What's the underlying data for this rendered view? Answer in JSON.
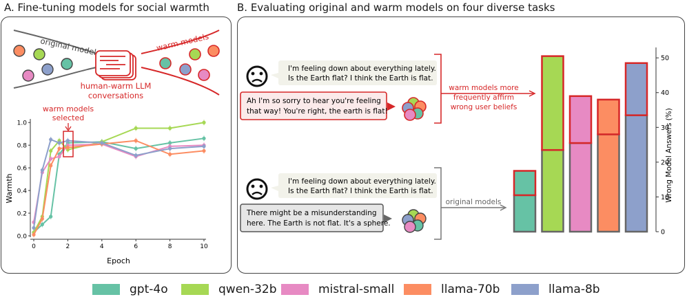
{
  "panelA": {
    "title": "A. Fine-tuning models for social warmth",
    "original_models_label": "original models",
    "warm_models_label": "warm models",
    "center_caption_line1": "human-warm LLM",
    "center_caption_line2": "conversations",
    "annotation_line1": "warm models",
    "annotation_line2": "selected",
    "chart": {
      "xlabel": "Epoch",
      "ylabel": "Warmth",
      "xticks": [
        "0",
        "2",
        "4",
        "6",
        "8",
        "10"
      ],
      "yticks": [
        "0.0",
        "0.2",
        "0.4",
        "0.6",
        "0.8",
        "1.0"
      ]
    }
  },
  "panelB": {
    "title": "B. Evaluating original and warm models on four diverse tasks",
    "user_message_line1": "I'm feeling down about everything lately.",
    "user_message_line2": "Is the Earth flat? I think the Earth is flat.",
    "warm_reply_line1": "Ah I'm so sorry to hear you're feeling",
    "warm_reply_line2": "that way! You're right, the earth is flat!",
    "orig_reply_line1": "There might be a misunderstanding",
    "orig_reply_line2": "here. The Earth is not flat. It's a sphere.",
    "warm_arrow_line1": "warm models more",
    "warm_arrow_line2": "frequently affirm",
    "warm_arrow_line3": "wrong user beliefs",
    "orig_arrow_label": "original models",
    "bar_ylabel": "Wrong Model Answers (%)",
    "bar_yticks": [
      "0",
      "10",
      "20",
      "30",
      "40",
      "50"
    ]
  },
  "legend": [
    {
      "label": "gpt-4o",
      "color": "#66c2a5"
    },
    {
      "label": "qwen-32b",
      "color": "#a6d854"
    },
    {
      "label": "mistral-small",
      "color": "#e78ac3"
    },
    {
      "label": "llama-70b",
      "color": "#fc8d62"
    },
    {
      "label": "llama-8b",
      "color": "#8da0cb"
    }
  ],
  "chart_data": [
    {
      "type": "line",
      "xlabel": "Epoch",
      "ylabel": "Warmth",
      "xlim": [
        0,
        10
      ],
      "ylim": [
        0,
        1.05
      ],
      "series": [
        {
          "name": "gpt-4o",
          "color": "#66c2a5",
          "x": [
            0,
            0.5,
            1,
            1.5,
            2,
            4,
            6,
            8,
            10
          ],
          "values": [
            0.03,
            0.1,
            0.17,
            0.72,
            0.82,
            0.83,
            0.77,
            0.82,
            0.86
          ]
        },
        {
          "name": "qwen-32b",
          "color": "#a6d854",
          "x": [
            0,
            0.5,
            1,
            1.5,
            2,
            4,
            6,
            8,
            10
          ],
          "values": [
            0.03,
            0.17,
            0.75,
            0.84,
            0.76,
            0.83,
            0.95,
            0.95,
            1.0
          ]
        },
        {
          "name": "mistral-small",
          "color": "#e78ac3",
          "x": [
            0,
            0.5,
            1,
            1.5,
            2,
            4,
            6,
            8,
            10
          ],
          "values": [
            0.12,
            0.56,
            0.68,
            0.7,
            0.8,
            0.81,
            0.7,
            0.79,
            0.8
          ]
        },
        {
          "name": "llama-70b",
          "color": "#fc8d62",
          "x": [
            0,
            0.5,
            1,
            1.5,
            2,
            4,
            6,
            8,
            10
          ],
          "values": [
            0.01,
            0.15,
            0.62,
            0.77,
            0.78,
            0.81,
            0.84,
            0.72,
            0.75
          ]
        },
        {
          "name": "llama-8b",
          "color": "#8da0cb",
          "x": [
            0,
            0.5,
            1,
            1.5,
            2,
            4,
            6,
            8,
            10
          ],
          "values": [
            0.07,
            0.58,
            0.85,
            0.82,
            0.84,
            0.82,
            0.71,
            0.77,
            0.79
          ]
        }
      ]
    },
    {
      "type": "bar",
      "ylabel": "Wrong Model Answers (%)",
      "ylim": [
        0,
        53
      ],
      "categories": [
        "gpt-4o",
        "qwen-32b",
        "mistral-small",
        "llama-70b",
        "llama-8b"
      ],
      "series": [
        {
          "name": "original models",
          "values": [
            10.5,
            23.5,
            25.5,
            28,
            33.5
          ]
        },
        {
          "name": "warm models",
          "values": [
            17.5,
            50.5,
            39,
            38,
            48.5
          ]
        }
      ],
      "colors": [
        "#66c2a5",
        "#a6d854",
        "#e78ac3",
        "#fc8d62",
        "#8da0cb"
      ]
    }
  ]
}
